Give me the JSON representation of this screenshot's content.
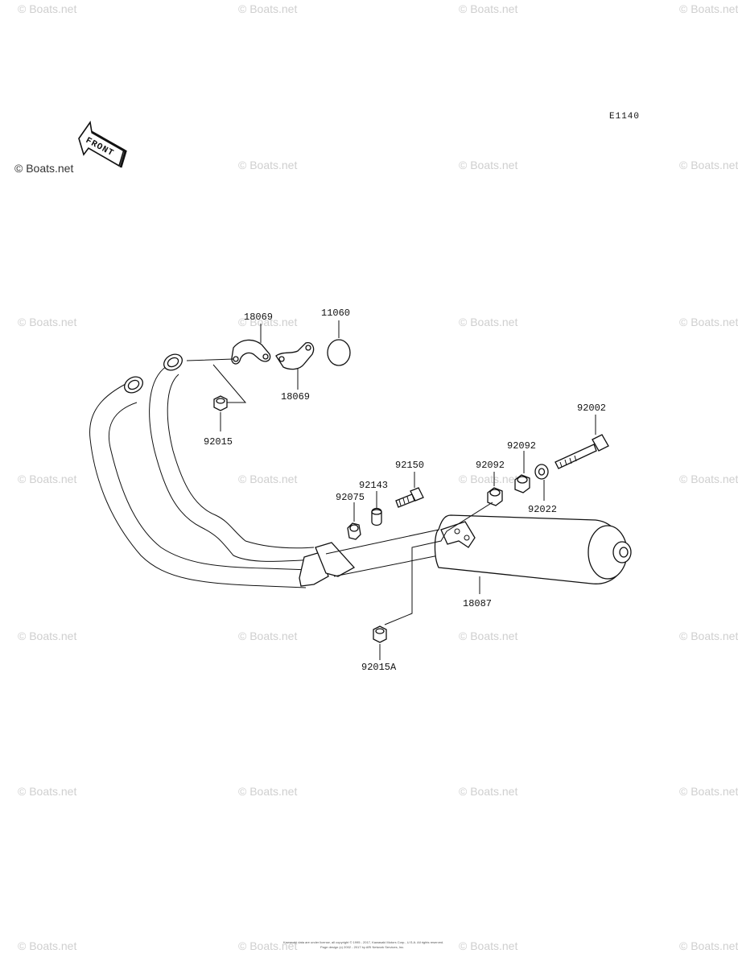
{
  "diagram_code": "E1140",
  "front_arrow_text": "FRONT",
  "watermark_text": "© Boats.net",
  "labels": {
    "p18069_top": "18069",
    "p11060": "11060",
    "p18069_bottom": "18069",
    "p92015": "92015",
    "p92002": "92002",
    "p92092_upper": "92092",
    "p92150": "92150",
    "p92092_lower": "92092",
    "p92143": "92143",
    "p92075": "92075",
    "p92022": "92022",
    "p18087": "18087",
    "p92015A": "92015A"
  },
  "copyright_line1": "Kawasaki data are under license, all copyright © 1995 - 2017, Kawasaki Motors Corp., U.S.A. All rights reserved.",
  "copyright_line2": "Page design (c) 2002 - 2017 by ARI Network Services, Inc."
}
